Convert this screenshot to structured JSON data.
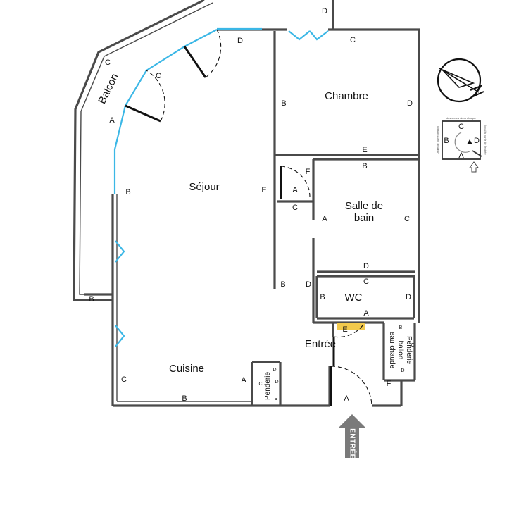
{
  "rooms": {
    "balcon": "Balcon",
    "sejour": "Séjour",
    "chambre": "Chambre",
    "salle_de_bain_line1": "Salle de",
    "salle_de_bain_line2": "bain",
    "wc": "WC",
    "entree": "Entrée",
    "cuisine": "Cuisine",
    "penderie": "Penderie",
    "penderie_ballon_1": "Penderie",
    "penderie_ballon_2": "ballon",
    "penderie_ballon_3": "eau chaude"
  },
  "entrance_arrow": "ENTRÉE",
  "wall_letters": {
    "A": "A",
    "B": "B",
    "C": "C",
    "D": "D",
    "E": "E",
    "F": "F"
  },
  "legend": {
    "top_note": "des zones dans chaque",
    "left_note": "Ordre de numérotation",
    "right_note": "local à partir de l'entrée",
    "letters": [
      "A",
      "B",
      "C",
      "D"
    ]
  },
  "colors": {
    "wall": "#4a4a4a",
    "window": "#3bb7e6",
    "arrow": "#7a7a7a",
    "highlight": "#f2c94c"
  }
}
